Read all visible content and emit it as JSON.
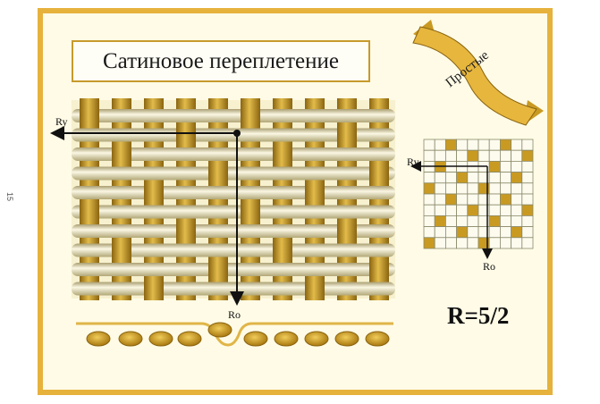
{
  "title": "Сатиновое переплетение",
  "banner": "Простые",
  "ratio": "R=5/2",
  "labels": {
    "ry": "Ry",
    "ro": "Ro",
    "grid_ry": "Ry",
    "grid_ro": "Ro"
  },
  "side_number": "15",
  "colors": {
    "frame": "#e6b23c",
    "warp": "#c99a22",
    "weft": "#f2ecc3",
    "grid_fill": "#c99a22"
  }
}
